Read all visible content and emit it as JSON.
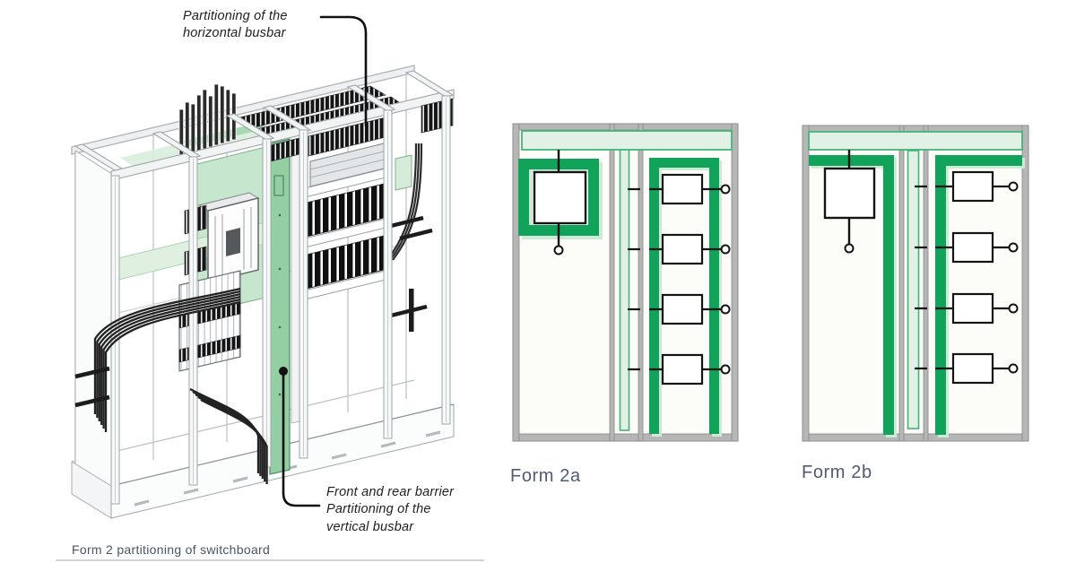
{
  "iso_figure": {
    "annotation_top": "Partitioning of the\nhorizontal busbar",
    "annotation_bottom": "Front and rear barrier\nPartitioning of the\nvertical busbar",
    "caption": "Form 2 partitioning of switchboard"
  },
  "schematics": [
    {
      "label": "Form 2a"
    },
    {
      "label": "Form 2b"
    }
  ],
  "colors": {
    "partition_green": "#11a35a",
    "pale_green_fill": "#e2f1e5",
    "pale_green_border": "#44b478",
    "frame_gray": "#b6b6b6",
    "label_color": "#505a72",
    "line_black": "#141414"
  }
}
